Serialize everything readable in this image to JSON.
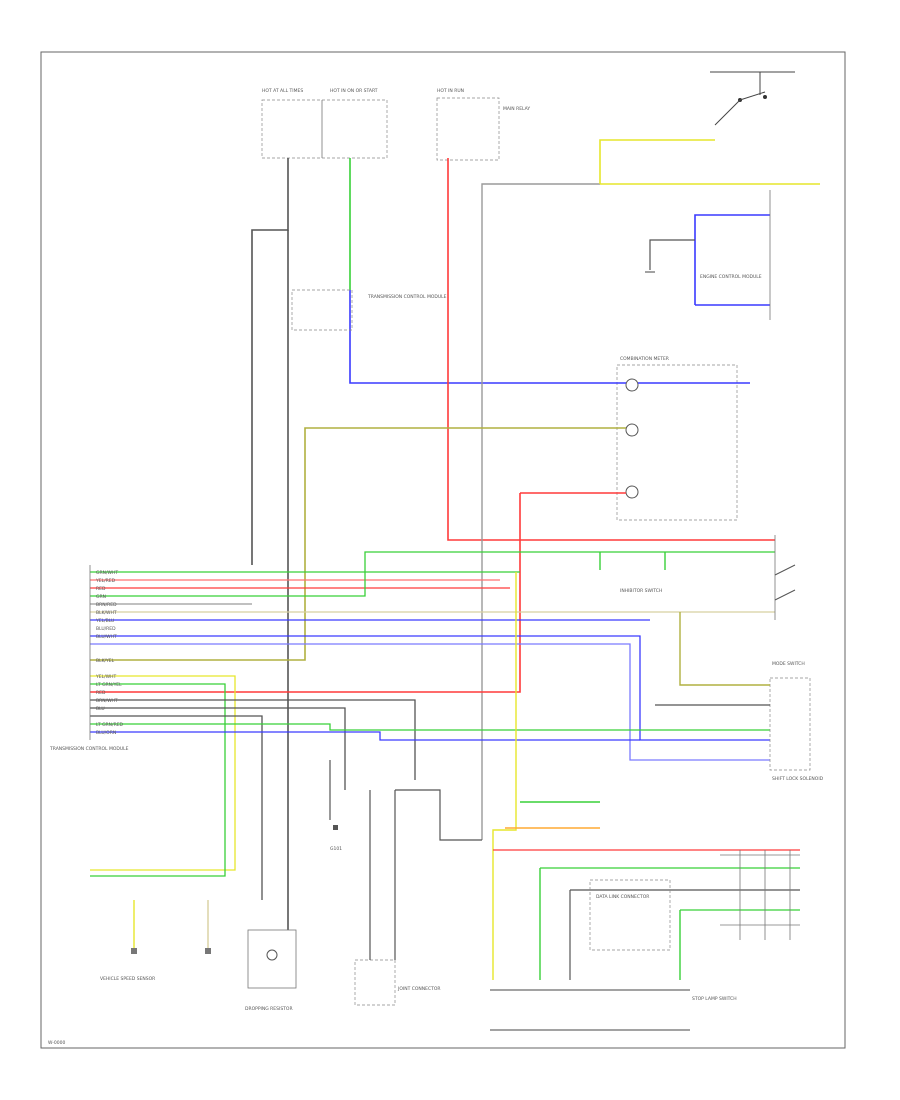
{
  "diagram_code": "W-0000",
  "colors": {
    "green": "#38d038",
    "yellow": "#e6e62c",
    "red": "#ff3a3a",
    "pink": "#ff7070",
    "blue": "#3a3aff",
    "lightblue": "#7a7aff",
    "orange": "#ffaa33",
    "olive": "#b0b040",
    "gray": "#9a9a9a",
    "dark": "#555555",
    "tan": "#d8d0a0"
  },
  "labels": {
    "fuse_a": "HOT AT ALL TIMES",
    "fuse_b": "HOT IN ON OR START",
    "fuse_c": "HOT IN RUN",
    "relay_top": "MAIN RELAY",
    "engine_cm": "ENGINE CONTROL MODULE",
    "tcm": "TRANSMISSION CONTROL MODULE",
    "joint_connector": "JOINT CONNECTOR",
    "combination_meter": "COMBINATION METER",
    "inhibitor_switch": "INHIBITOR SWITCH",
    "shift_lock": "SHIFT LOCK SOLENOID",
    "speed_sensor": "VEHICLE SPEED SENSOR",
    "dropping_resistor": "DROPPING RESISTOR",
    "stop_lamp_switch": "STOP LAMP SWITCH",
    "data_link": "DATA LINK CONNECTOR",
    "ground": "G101",
    "mode_switch": "MODE SWITCH"
  },
  "pin_labels": [
    "GRN/WHT",
    "YEL/RED",
    "RED",
    "GRN",
    "BRN/RED",
    "BLK/WHT",
    "YEL/BLU",
    "BLU/RED",
    "BLU/WHT",
    "BLK/YEL",
    "YEL/WHT",
    "LT GRN/YEL",
    "RED",
    "BRN/WHT",
    "BLU",
    "LT GRN/RED",
    "BLU/ORN"
  ]
}
